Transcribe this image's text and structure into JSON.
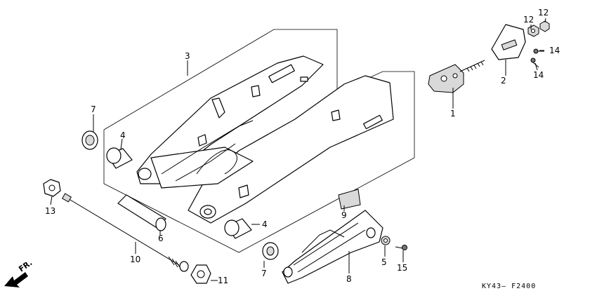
{
  "diagram": {
    "code": "KY43– F2400",
    "direction_label": "FR.",
    "part_labels": [
      {
        "id": "p1",
        "text": "1"
      },
      {
        "id": "p2",
        "text": "2"
      },
      {
        "id": "p3",
        "text": "3"
      },
      {
        "id": "p4a",
        "text": "4"
      },
      {
        "id": "p4b",
        "text": "4"
      },
      {
        "id": "p5",
        "text": "5"
      },
      {
        "id": "p6",
        "text": "6"
      },
      {
        "id": "p7a",
        "text": "7"
      },
      {
        "id": "p7b",
        "text": "7"
      },
      {
        "id": "p8",
        "text": "8"
      },
      {
        "id": "p9",
        "text": "9"
      },
      {
        "id": "p10",
        "text": "10"
      },
      {
        "id": "p11",
        "text": "11"
      },
      {
        "id": "p12a",
        "text": "12"
      },
      {
        "id": "p12b",
        "text": "12"
      },
      {
        "id": "p13",
        "text": "13"
      },
      {
        "id": "p14a",
        "text": "14"
      },
      {
        "id": "p14b",
        "text": "14"
      },
      {
        "id": "p15",
        "text": "15"
      }
    ]
  }
}
